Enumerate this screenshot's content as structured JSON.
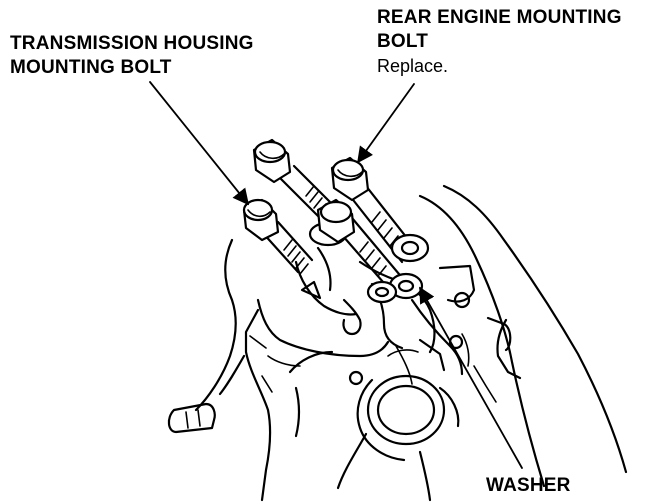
{
  "labels": {
    "transmission_bolt": {
      "line1": "TRANSMISSION HOUSING",
      "line2": "MOUNTING BOLT"
    },
    "rear_engine_bolt": {
      "line1": "REAR ENGINE MOUNTING",
      "line2": "BOLT",
      "note": "Replace."
    },
    "washer": "WASHER"
  },
  "colors": {
    "ink": "#000000",
    "background": "#ffffff"
  }
}
